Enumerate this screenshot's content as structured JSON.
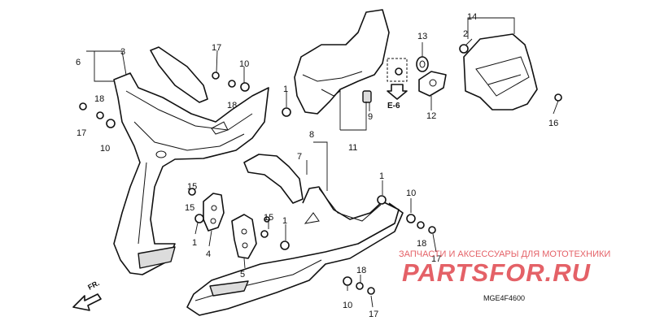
{
  "callouts": [
    "1",
    "2",
    "3",
    "4",
    "5",
    "6",
    "7",
    "8",
    "9",
    "10",
    "11",
    "12",
    "13",
    "14",
    "15",
    "16",
    "17",
    "18"
  ],
  "reference_label": "E-6",
  "direction_label": "FR.",
  "diagram_code": "MGE4F4600",
  "watermark": {
    "top_text": "ЗАПЧАСТИ И АКСЕССУАРЫ ДЛЯ МОТОТЕХНИКИ",
    "logo_text": "PARTSFOR.RU",
    "color": "#e0464d"
  }
}
